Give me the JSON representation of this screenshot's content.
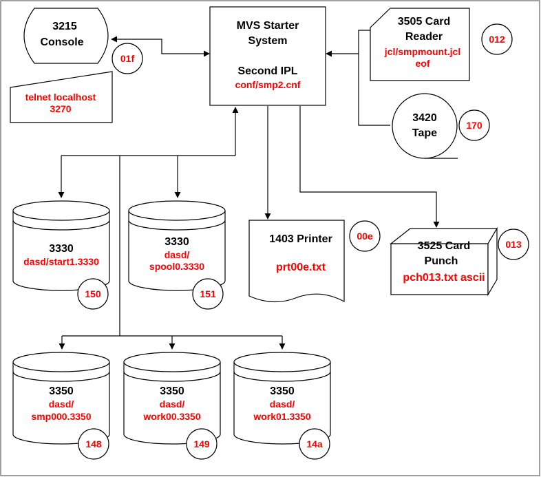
{
  "colors": {
    "label": "#000000",
    "device_path": "#ff0000",
    "address": "#ff0000",
    "frame": "#808080"
  },
  "mvs": {
    "title1": "MVS Starter",
    "title2": "System",
    "ipl": "Second IPL",
    "conf": "conf/smp2.cnf"
  },
  "console": {
    "num": "3215",
    "name": "Console",
    "addr": "01f",
    "telnet1": "telnet localhost",
    "telnet2": "3270"
  },
  "reader": {
    "line1": "3505 Card",
    "line2": "Reader",
    "path": "jcl/smpmount.jcl",
    "opt": "eof",
    "addr": "012"
  },
  "tape": {
    "num": "3420",
    "name": "Tape",
    "addr": "170"
  },
  "printer": {
    "name": "1403 Printer",
    "file": "prt00e.txt",
    "addr": "00e"
  },
  "punch": {
    "line1": "3525 Card",
    "line2": "Punch",
    "file": "pch013.txt ascii",
    "addr": "013"
  },
  "disks": [
    {
      "model": "3330",
      "path1": "dasd/start1.3330",
      "path2": "",
      "addr": "150"
    },
    {
      "model": "3330",
      "path1": "dasd/",
      "path2": "spool0.3330",
      "addr": "151"
    },
    {
      "model": "3350",
      "path1": "dasd/",
      "path2": "smp000.3350",
      "addr": "148"
    },
    {
      "model": "3350",
      "path1": "dasd/",
      "path2": "work00.3350",
      "addr": "149"
    },
    {
      "model": "3350",
      "path1": "dasd/",
      "path2": "work01.3350",
      "addr": "14a"
    }
  ]
}
